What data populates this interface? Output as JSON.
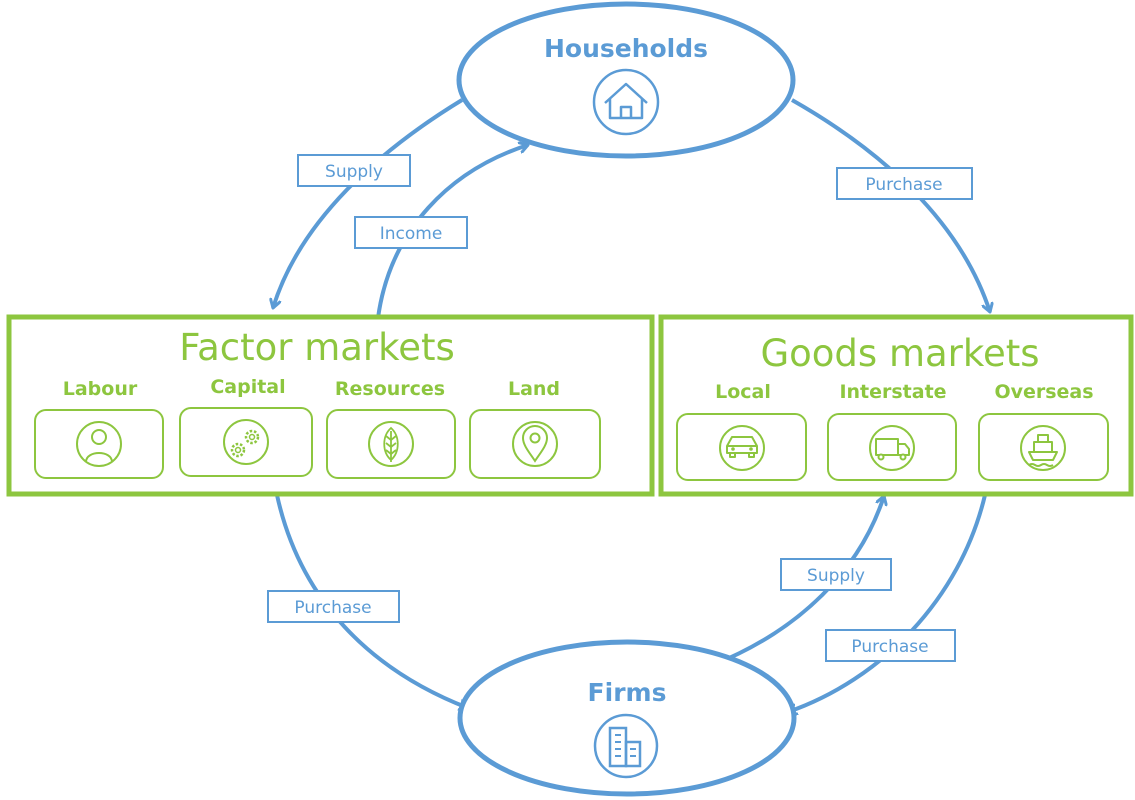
{
  "nodes": {
    "households": {
      "title": "Households",
      "icon": "house-icon"
    },
    "firms": {
      "title": "Firms",
      "icon": "office-building-icon"
    }
  },
  "factor_markets": {
    "title": "Factor markets",
    "items": [
      {
        "label": "Labour",
        "icon": "person-icon"
      },
      {
        "label": "Capital",
        "icon": "gears-icon"
      },
      {
        "label": "Resources",
        "icon": "leaf-icon"
      },
      {
        "label": "Land",
        "icon": "location-pin-icon"
      }
    ]
  },
  "goods_markets": {
    "title": "Goods markets",
    "items": [
      {
        "label": "Local",
        "icon": "car-icon"
      },
      {
        "label": "Interstate",
        "icon": "truck-icon"
      },
      {
        "label": "Overseas",
        "icon": "ship-icon"
      }
    ]
  },
  "flows": {
    "households_to_factor": "Supply",
    "factor_to_households": "Income",
    "households_to_goods": "Purchase",
    "factor_to_firms": "Purchase",
    "firms_to_goods": "Supply",
    "goods_to_firms": "Purchase"
  },
  "colors": {
    "flow_blue": "#5b9bd5",
    "market_green": "#8dc63f"
  }
}
